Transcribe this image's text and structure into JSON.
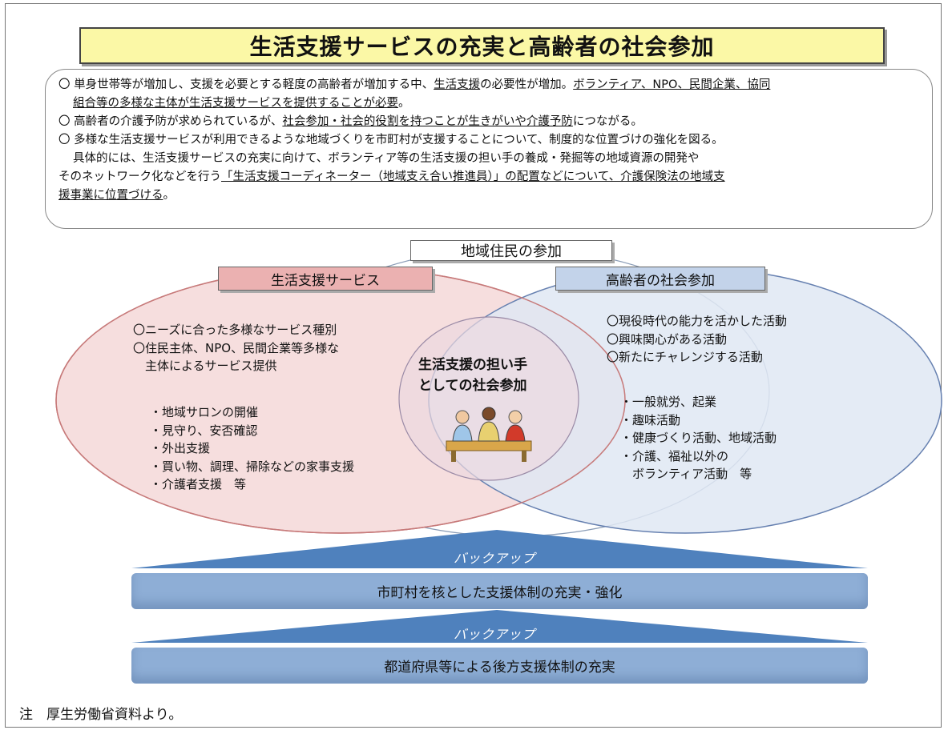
{
  "title": "生活支援サービスの充実と高齢者の社会参加",
  "summary": {
    "line1_a": "〇 単身世帯等が増加し、支援を必要とする軽度の高齢者が増加する中、",
    "line1_u1": "生活支援",
    "line1_b": "の必要性が増加。",
    "line1_u2": "ボランティア、NPO、民間企業、協同",
    "line2_u": "組合等の多様な主体が生活支援サービスを提供することが必要",
    "line2_b": "。",
    "line3_a": "〇 高齢者の介護予防が求められているが、",
    "line3_u1": "社会参加・社会的役割を持つことが生きがいや介護予防",
    "line3_b": "につながる。",
    "line4": "〇 多様な生活支援サービスが利用できるような地域づくりを市町村が支援することについて、制度的な位置づけの強化を図る。",
    "line5": "具体的には、生活支援サービスの充実に向けて、ボランティア等の生活支援の担い手の養成・発掘等の地域資源の開発や",
    "line6_a": "そのネットワーク化などを行う",
    "line6_u": "「生活支援コーディネーター（地域支え合い推進員）」の配置などについて、介護保険法の地域支",
    "line7_u": "援事業に位置づける",
    "line7_b": "。"
  },
  "labels": {
    "resident": "地域住民の参加",
    "life_support": "生活支援サービス",
    "senior_participation": "高齢者の社会参加",
    "center_line1": "生活支援の担い手",
    "center_line2": "としての社会参加"
  },
  "left": {
    "needs": [
      "〇ニーズに合った多様なサービス種別",
      "〇住民主体、NPO、民間企業等多様な",
      "　主体によるサービス提供"
    ],
    "items": [
      "・地域サロンの開催",
      "・見守り、安否確認",
      "・外出支援",
      "・買い物、調理、掃除などの家事支援",
      "・介護者支援　等"
    ]
  },
  "right": {
    "needs": [
      "〇現役時代の能力を活かした活動",
      "〇興味関心がある活動",
      "〇新たにチャレンジする活動"
    ],
    "items": [
      "・一般就労、起業",
      "・趣味活動",
      "・健康づくり活動、地域活動",
      "・介護、福祉以外の",
      "　ボランティア活動　等"
    ]
  },
  "backup_label": "バックアップ",
  "bars": {
    "municipal": "市町村を核とした支援体制の充実・強化",
    "prefecture": "都道府県等による後方支援体制の充実"
  },
  "note": "注　厚生労働省資料より。",
  "colors": {
    "title_bg": "#fbf8a6",
    "left_ellipse": "#f6dede",
    "right_ellipse": "#dfe7f3",
    "bar": "#8eaed6",
    "triangle": "#4f81bd"
  }
}
